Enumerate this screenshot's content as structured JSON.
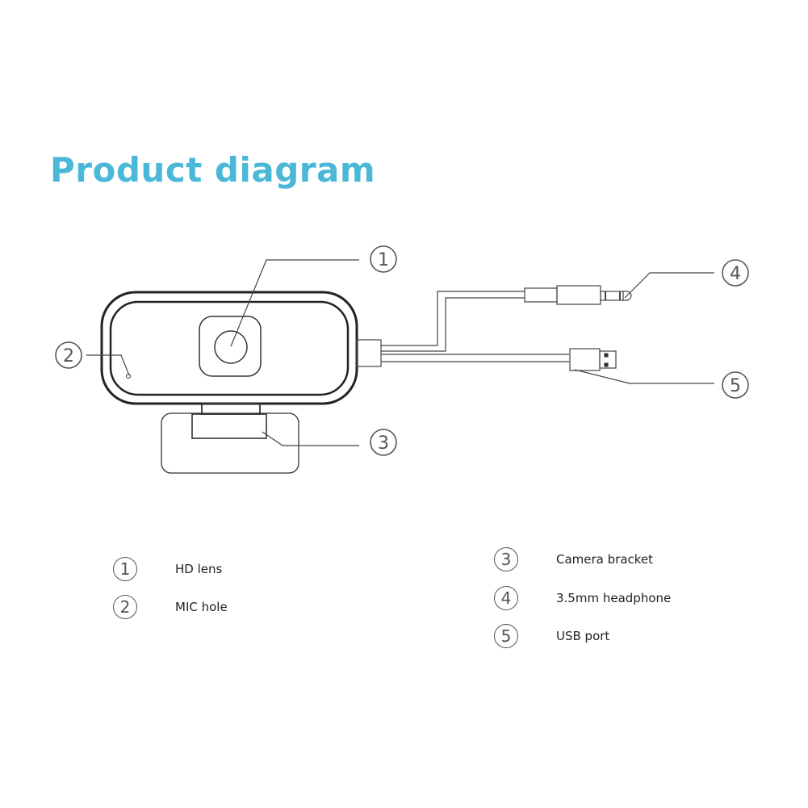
{
  "title": "Product diagram",
  "colors": {
    "title": "#4bb8d8",
    "line": "#222222",
    "callout": "#555555"
  },
  "callouts": [
    {
      "num": "1",
      "part": "hd-lens"
    },
    {
      "num": "2",
      "part": "mic-hole"
    },
    {
      "num": "3",
      "part": "camera-bracket"
    },
    {
      "num": "4",
      "part": "headphone-jack"
    },
    {
      "num": "5",
      "part": "usb-port"
    }
  ],
  "legend": {
    "left": [
      {
        "num": "1",
        "label": "HD lens"
      },
      {
        "num": "2",
        "label": "MIC hole"
      }
    ],
    "right": [
      {
        "num": "3",
        "label": "Camera bracket"
      },
      {
        "num": "4",
        "label": "3.5mm headphone"
      },
      {
        "num": "5",
        "label": "USB port"
      }
    ]
  }
}
